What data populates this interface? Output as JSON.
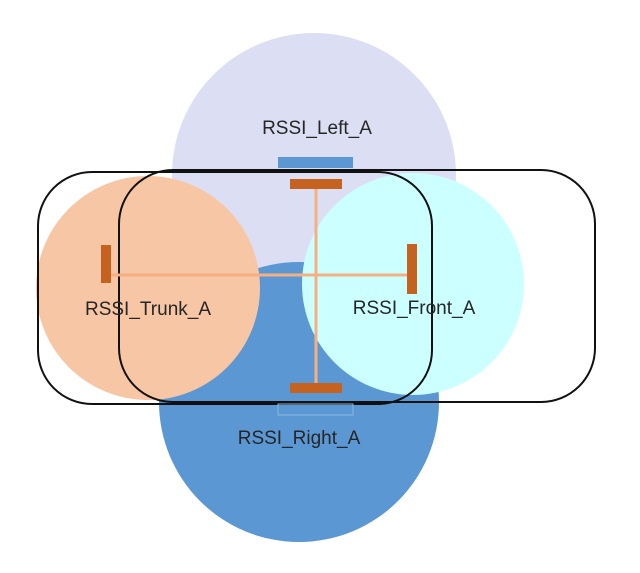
{
  "zones": {
    "left": {
      "label": "RSSI_Left_A",
      "fill": "#dcdff3"
    },
    "right": {
      "label": "RSSI_Right_A",
      "fill": "#5b97d3"
    },
    "trunk": {
      "label": "RSSI_Trunk_A",
      "fill": "#f7c6a5"
    },
    "front": {
      "label": "RSSI_Front_A",
      "fill": "#ccffff"
    }
  },
  "colors": {
    "antenna": "#c5621f",
    "axle_line": "#f4b082",
    "left_antenna": "#5b97d3",
    "outline": "#111111"
  }
}
